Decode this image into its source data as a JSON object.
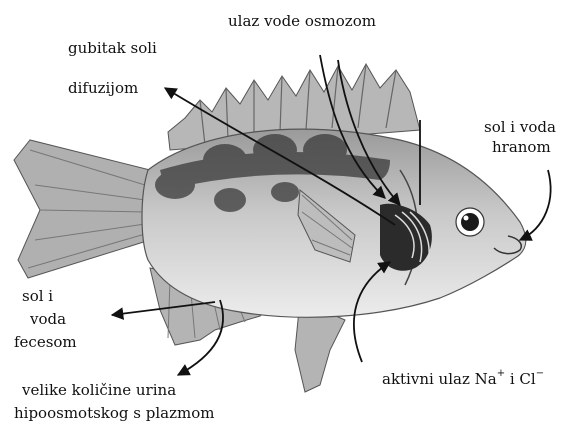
{
  "labels": {
    "water_in_osmosis": "ulaz vode osmozom",
    "salt_loss_line1": "gubitak soli",
    "salt_loss_line2": "difuzijom",
    "salt_water_food_line1": "sol i voda",
    "salt_water_food_line2": "hranom",
    "salt_water_feces_line1": "sol i",
    "salt_water_feces_line2": "voda",
    "salt_water_feces_line3": "fecesom",
    "urine_line1": "velike količine urina",
    "urine_line2": "hipoosmotskog s plazmom",
    "active_uptake_prefix": "aktivni ulaz Na",
    "active_uptake_na_charge": "+",
    "active_uptake_mid": " i Cl",
    "active_uptake_cl_charge": "−"
  },
  "colors": {
    "fish_body": "#c9c9c9",
    "fish_belly": "#e6e6e6",
    "fish_stripes": "#3a3a3a",
    "fins": "#b0b0b0",
    "gills": "#2b2b2b",
    "arrows": "#111111"
  }
}
